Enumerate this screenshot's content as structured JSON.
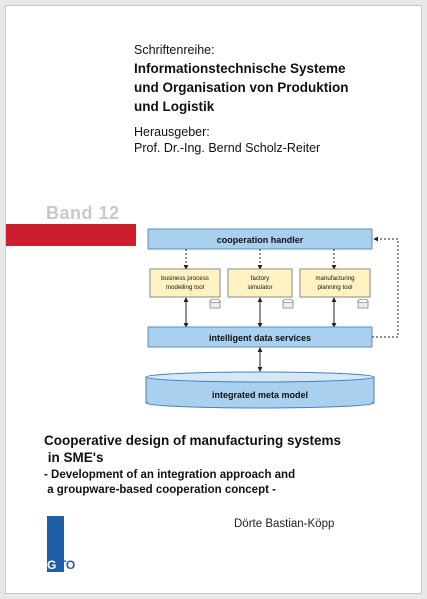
{
  "series": {
    "label": "Schriftenreihe:",
    "title_line1": "Informationstechnische Systeme",
    "title_line2": "und Organisation von Produktion",
    "title_line3": "und Logistik",
    "editor_label": "Herausgeber:",
    "editor_name": "Prof. Dr.-Ing. Bernd Scholz-Reiter"
  },
  "volume": {
    "label": "Band 12"
  },
  "diagram": {
    "top_box": "cooperation handler",
    "tools": [
      {
        "line1": "business process",
        "line2": "modelling tool"
      },
      {
        "line1": "factory",
        "line2": "simulator"
      },
      {
        "line1": "manufacturing",
        "line2": "planning tool"
      }
    ],
    "middle_box": "intelligent data services",
    "base": "integrated meta model"
  },
  "book": {
    "title_line1": "Cooperative design of manufacturing systems",
    "title_line2": " in SME's",
    "subtitle_line1": "- Development of an integration approach and",
    "subtitle_line2": " a groupware-based cooperation concept -"
  },
  "author": "Dörte Bastian-Köpp",
  "publisher": {
    "logo_first": "G",
    "logo_rest": "ITO"
  },
  "colors": {
    "accent_red": "#cc1f2e",
    "box_blue": "#a9d0ef",
    "tool_yellow": "#fff3c4",
    "logo_blue": "#1f5fa8"
  }
}
